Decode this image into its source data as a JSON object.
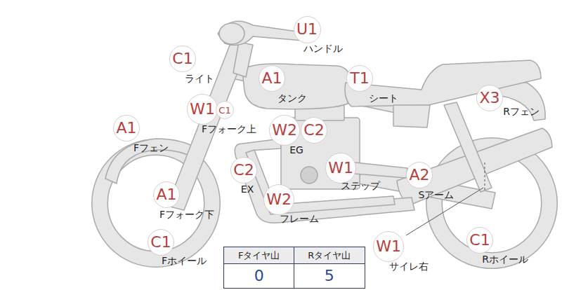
{
  "diagram": {
    "nodes": [
      {
        "text": [
          "U1"
        ]
      },
      {
        "text": [
          "C1"
        ]
      },
      {
        "text": [
          "A1"
        ]
      },
      {
        "text": [
          "T1"
        ]
      },
      {
        "text": [
          "X3"
        ]
      },
      {
        "text": [
          "W1"
        ]
      },
      {
        "text": [
          "C1"
        ]
      },
      {
        "text": [
          "A1"
        ]
      },
      {
        "text": [
          "W2"
        ]
      },
      {
        "text": [
          "C2"
        ]
      },
      {
        "text": [
          "C2"
        ]
      },
      {
        "text": [
          "W1"
        ]
      },
      {
        "text": [
          "A2"
        ]
      },
      {
        "text": [
          "A1"
        ]
      },
      {
        "text": [
          "W2"
        ]
      },
      {
        "text": [
          "C1"
        ]
      },
      {
        "text": [
          "W1"
        ]
      },
      {
        "text": [
          "C1"
        ]
      }
    ],
    "labels": [
      "ハンドル",
      "ライト",
      "タンク",
      "シート",
      "Rフェン",
      "Fフォーク上",
      "Fフェン",
      "EG",
      "EX",
      "ステップ",
      "Sアーム",
      "Fフォーク下",
      "フレーム",
      "Fホイール",
      "サイレ右",
      "Rホイール",
      "Fタイヤ山",
      "Rタイヤ山",
      "0",
      "5"
    ]
  }
}
